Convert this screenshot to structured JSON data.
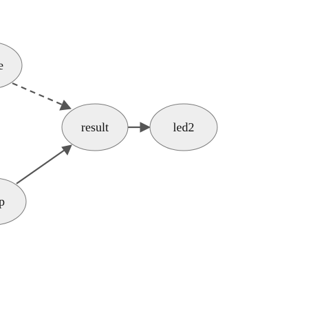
{
  "diagram": {
    "nodes": {
      "left_top": {
        "label": "le"
      },
      "left_bottom": {
        "label": "p"
      },
      "result": {
        "label": "result"
      },
      "led2": {
        "label": "led2"
      }
    },
    "edges": [
      {
        "from": "left_top",
        "to": "result",
        "style": "dashed"
      },
      {
        "from": "left_bottom",
        "to": "result",
        "style": "solid"
      },
      {
        "from": "result",
        "to": "led2",
        "style": "solid"
      }
    ],
    "colors": {
      "node_fill": "#eeeeee",
      "node_stroke": "#7a7a7a",
      "edge": "#555555",
      "background": "#ffffff"
    }
  }
}
